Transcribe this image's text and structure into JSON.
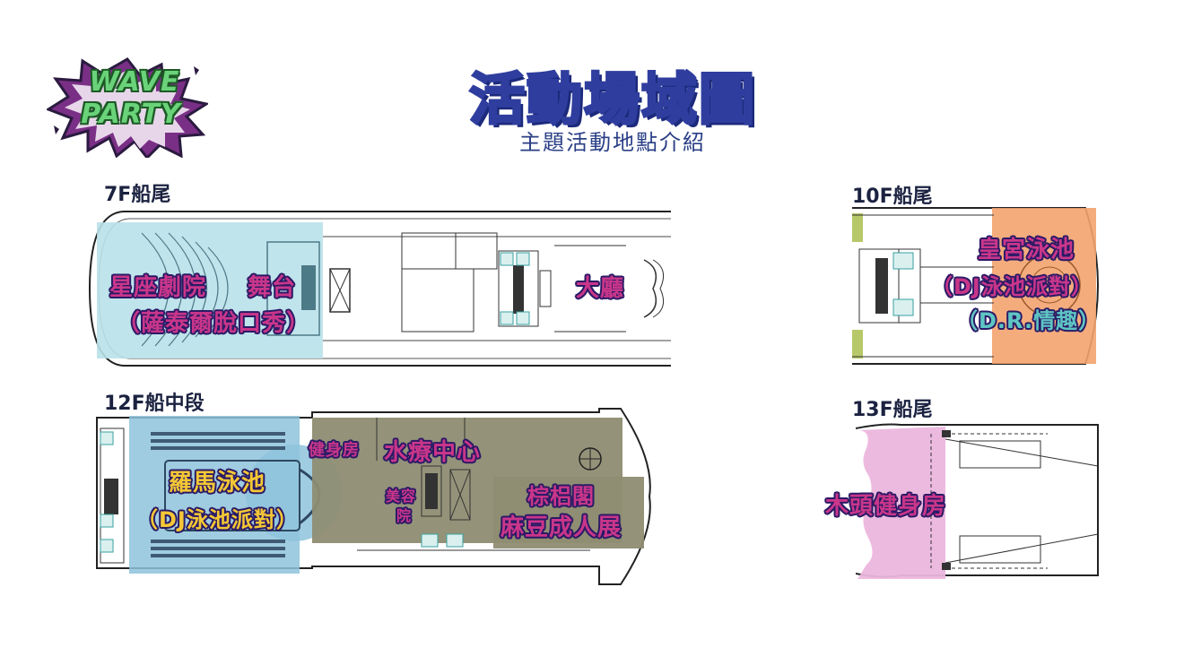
{
  "logo": {
    "line1": "WAVE",
    "line2": "PARTY",
    "primary_color": "#6ad37a",
    "stripe_color": "#7a2f86"
  },
  "header": {
    "title": "活動場域圖",
    "subtitle": "主題活動地點介紹"
  },
  "colors": {
    "theater_zone": "#b9e1ea",
    "pool_zone": "#8ec3dc",
    "spa_zone": "#8e8d72",
    "royal_pool_zone": "#f3a36f",
    "gym_zone": "#ecb6dd",
    "label_pink": "#c9368a",
    "label_yellow": "#f4c735",
    "label_outline": "#2b1a66"
  },
  "decks": [
    {
      "label": "7F船尾",
      "zones": [
        {
          "label": "星座劇院"
        },
        {
          "label": "舞台"
        },
        {
          "label": "（薩泰爾脫口秀）"
        },
        {
          "label": "大廳"
        }
      ]
    },
    {
      "label": "12F船中段",
      "zones": [
        {
          "label": "羅馬泳池"
        },
        {
          "label": "（DJ泳池派對）"
        },
        {
          "label": "健身房"
        },
        {
          "label": "水療中心"
        },
        {
          "label": "美容"
        },
        {
          "label": "院"
        },
        {
          "label": "棕梠閣"
        },
        {
          "label": "麻豆成人展"
        }
      ]
    },
    {
      "label": "10F船尾",
      "zones": [
        {
          "label": "皇宮泳池"
        },
        {
          "label": "（DJ泳池派對）"
        },
        {
          "label": "（D.R.情趣）"
        }
      ]
    },
    {
      "label": "13F船尾",
      "zones": [
        {
          "label": "木頭健身房"
        }
      ]
    }
  ]
}
